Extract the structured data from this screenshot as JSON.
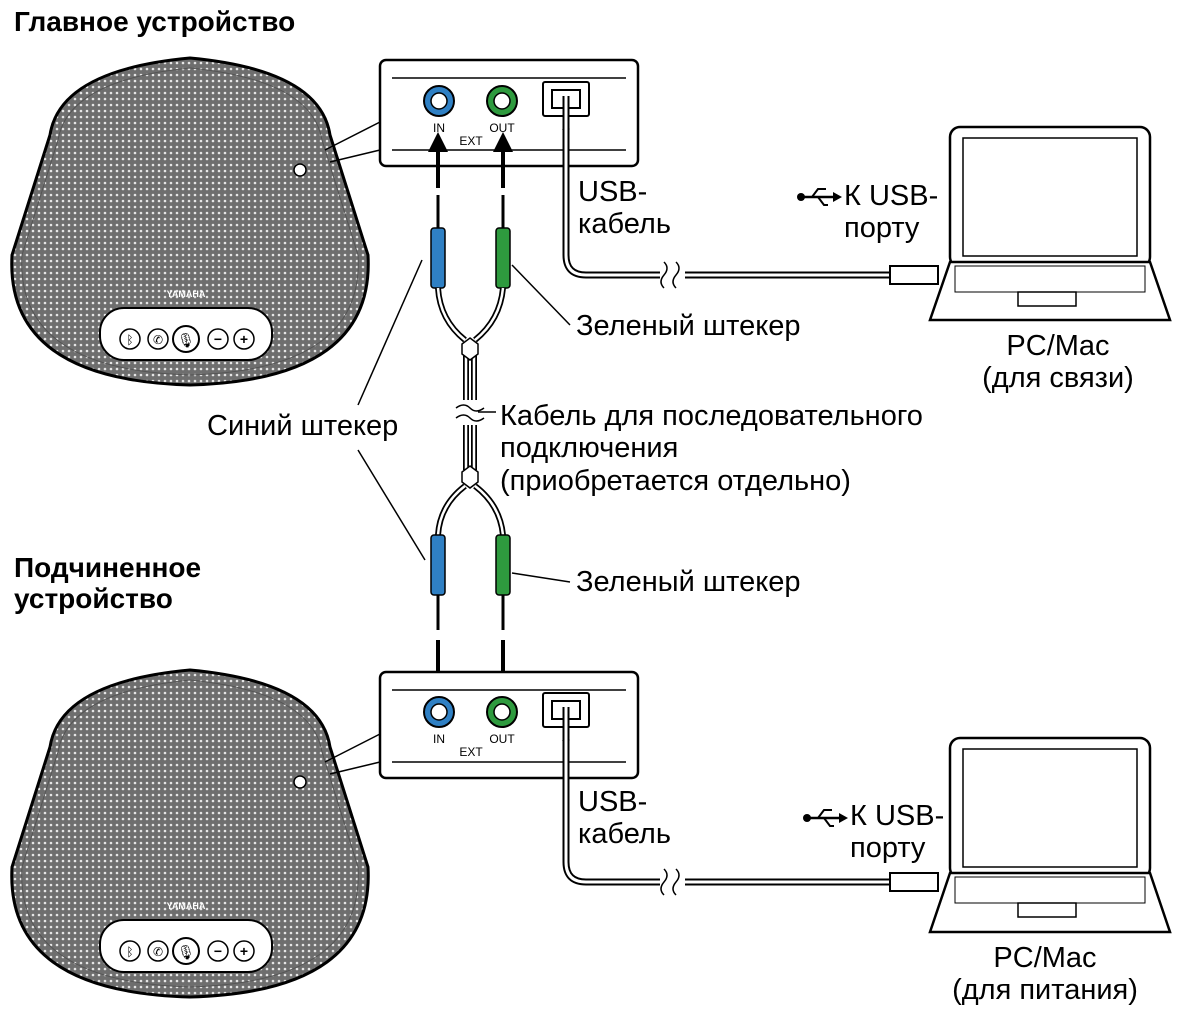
{
  "main_device": {
    "title": "Главное устройство",
    "brand": "YAMAHA",
    "jack_in": "IN",
    "jack_out": "OUT",
    "ext": "EXT",
    "usb_cable": "USB-\nкабель",
    "to_usb": "К USB-\nпорту",
    "computer": "PC/Mac\n(для связи)"
  },
  "slave_device": {
    "title": "Подчиненное\nустройство",
    "brand": "YAMAHA",
    "jack_in": "IN",
    "jack_out": "OUT",
    "ext": "EXT",
    "usb_cable": "USB-\nкабель",
    "to_usb": "К USB-\nпорту",
    "computer": "PC/Mac\n(для питания)"
  },
  "cable": {
    "blue_plug": "Синий штекер",
    "green_plug_top": "Зеленый штекер",
    "green_plug_bottom": "Зеленый штекер",
    "description": "Кабель для последовательного\nподключения\n(приобретается отдельно)"
  },
  "colors": {
    "blue_plug": "#2f80c4",
    "green_plug": "#2e9a3e",
    "speaker_body": "#7a7a7a",
    "outline": "#000000"
  },
  "icons": [
    "bluetooth-icon",
    "phone-icon",
    "mic-icon",
    "minus-icon",
    "plus-icon",
    "usb-icon",
    "arrow-icon"
  ]
}
